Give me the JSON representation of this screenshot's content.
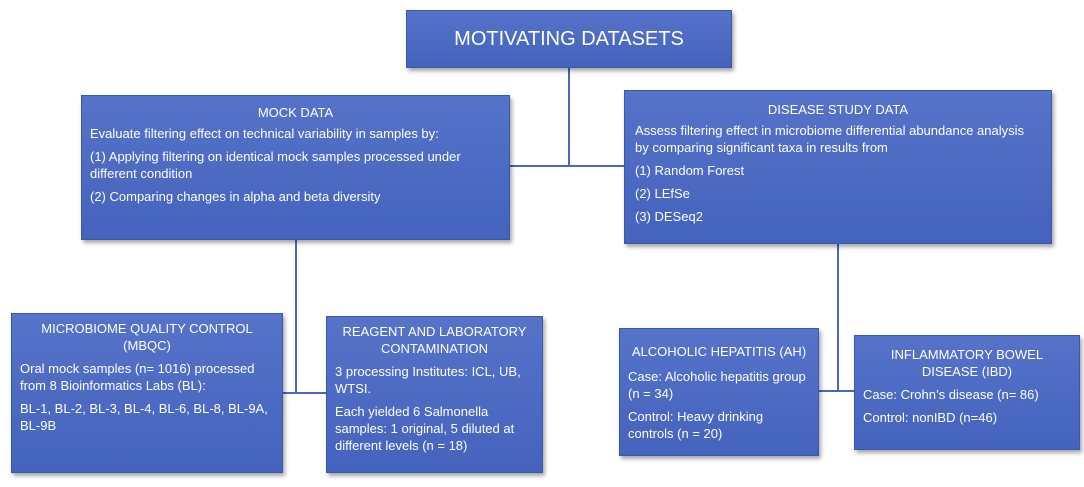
{
  "root": {
    "title": "MOTIVATING DATASETS"
  },
  "mock": {
    "title": "MOCK DATA",
    "intro": "Evaluate filtering effect on technical variability in samples by:",
    "items": [
      "(1) Applying filtering on identical mock samples processed under different condition",
      "(2) Comparing changes in alpha and beta diversity"
    ]
  },
  "disease": {
    "title": "DISEASE STUDY DATA",
    "intro": "Assess filtering effect in microbiome differential abundance analysis by comparing significant taxa in results from",
    "items": [
      "(1) Random Forest",
      "(2) LEfSe",
      "(3) DESeq2"
    ]
  },
  "mbqc": {
    "title": "MICROBIOME QUALITY CONTROL (MBQC)",
    "desc": "Oral mock samples (n= 1016) processed from 8 Bioinformatics Labs (BL):",
    "labs": "BL-1, BL-2, BL-3, BL-4, BL-6, BL-8, BL-9A, BL-9B"
  },
  "reagent": {
    "title": "REAGENT AND LABORATORY CONTAMINATION",
    "institutes": "3 processing Institutes: ICL, UB, WTSI.",
    "samples": "Each yielded 6 Salmonella samples: 1 original, 5 diluted at different levels (n = 18)"
  },
  "ah": {
    "title": "ALCOHOLIC HEPATITIS (AH)",
    "case": "Case: Alcoholic hepatitis group (n = 34)",
    "control": "Control: Heavy drinking controls (n = 20)"
  },
  "ibd": {
    "title": "INFLAMMATORY BOWEL DISEASE (IBD)",
    "case": "Case: Crohn’s disease (n= 86)",
    "control": "Control: nonIBD (n=46)"
  }
}
